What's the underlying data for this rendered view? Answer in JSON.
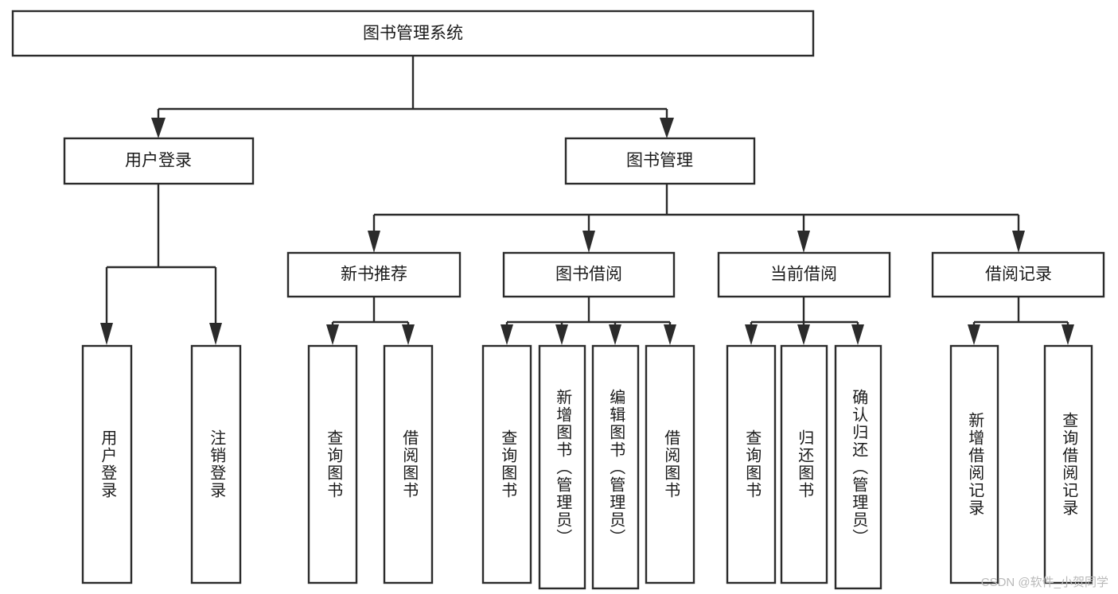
{
  "diagram": {
    "type": "tree-hierarchy",
    "title": "图书管理系统",
    "orientation": "top-down",
    "colors": {
      "box_stroke": "#2b2b2b",
      "box_fill": "#ffffff",
      "connector": "#2b2b2b",
      "text": "#1a1a1a",
      "background": "#ffffff",
      "watermark": "#b9b9b9"
    },
    "levels": {
      "root": {
        "label": "图书管理系统"
      },
      "level2": [
        {
          "id": "user-login",
          "label": "用户登录"
        },
        {
          "id": "book-management",
          "label": "图书管理"
        }
      ],
      "level3": [
        {
          "id": "new-book-recommend",
          "label": "新书推荐",
          "parent": "book-management"
        },
        {
          "id": "book-borrow",
          "label": "图书借阅",
          "parent": "book-management"
        },
        {
          "id": "current-borrow",
          "label": "当前借阅",
          "parent": "book-management"
        },
        {
          "id": "borrow-record",
          "label": "借阅记录",
          "parent": "book-management"
        }
      ],
      "leaves": [
        {
          "id": "leaf-user-login",
          "label": "用户登录",
          "parent": "user-login"
        },
        {
          "id": "leaf-user-logout",
          "label": "注销登录",
          "parent": "user-login"
        },
        {
          "id": "leaf-query-book-1",
          "label": "查询图书",
          "parent": "new-book-recommend"
        },
        {
          "id": "leaf-borrow-book-1",
          "label": "借阅图书",
          "parent": "new-book-recommend"
        },
        {
          "id": "leaf-query-book-2",
          "label": "查询图书",
          "parent": "book-borrow"
        },
        {
          "id": "leaf-add-book",
          "label": "新增图书（管理员）",
          "parent": "book-borrow"
        },
        {
          "id": "leaf-edit-book",
          "label": "编辑图书（管理员）",
          "parent": "book-borrow"
        },
        {
          "id": "leaf-borrow-book-2",
          "label": "借阅图书",
          "parent": "book-borrow"
        },
        {
          "id": "leaf-query-book-3",
          "label": "查询图书",
          "parent": "current-borrow"
        },
        {
          "id": "leaf-return-book",
          "label": "归还图书",
          "parent": "current-borrow"
        },
        {
          "id": "leaf-confirm-return",
          "label": "确认归还（管理员）",
          "parent": "current-borrow"
        },
        {
          "id": "leaf-add-record",
          "label": "新增借阅记录",
          "parent": "borrow-record"
        },
        {
          "id": "leaf-query-record",
          "label": "查询借阅记录",
          "parent": "borrow-record"
        }
      ]
    }
  },
  "watermark": {
    "text": "CSDN @软件_小贺同学"
  }
}
